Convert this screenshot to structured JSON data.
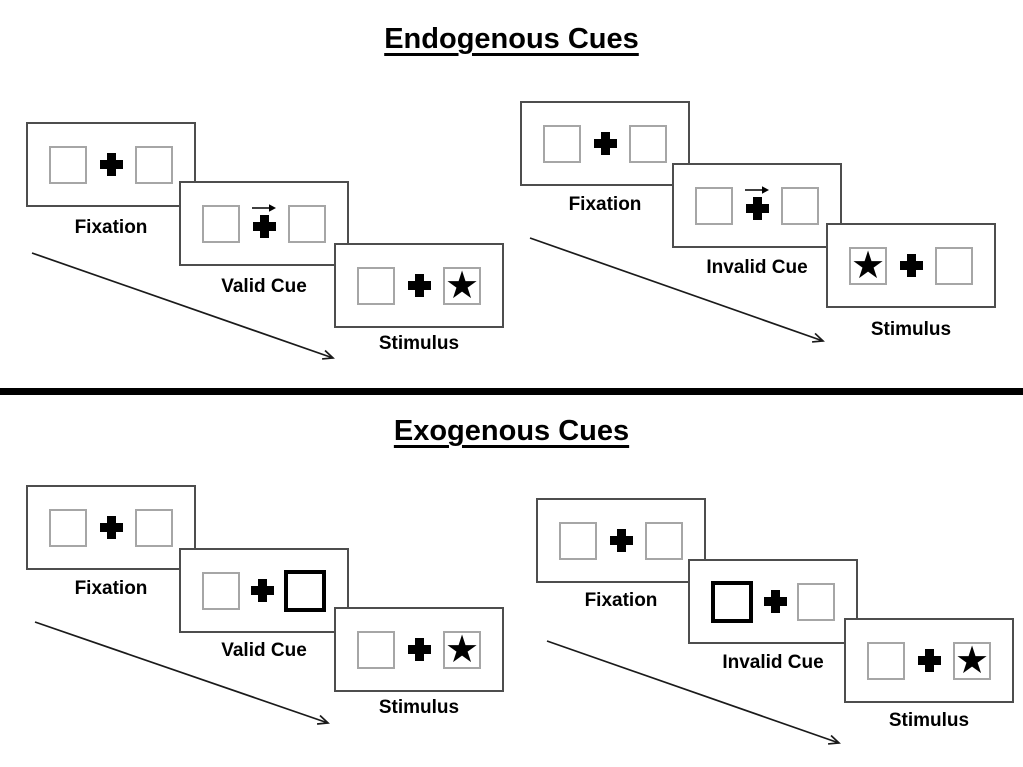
{
  "diagram": {
    "sections": [
      {
        "id": "endogenous",
        "title": "Endogenous Cues",
        "sequences": [
          {
            "id": "valid",
            "panels": [
              {
                "label": "Fixation"
              },
              {
                "label": "Valid Cue"
              },
              {
                "label": "Stimulus"
              }
            ]
          },
          {
            "id": "invalid",
            "panels": [
              {
                "label": "Fixation"
              },
              {
                "label": "Invalid Cue"
              },
              {
                "label": "Stimulus"
              }
            ]
          }
        ]
      },
      {
        "id": "exogenous",
        "title": "Exogenous Cues",
        "sequences": [
          {
            "id": "valid",
            "panels": [
              {
                "label": "Fixation"
              },
              {
                "label": "Valid Cue"
              },
              {
                "label": "Stimulus"
              }
            ]
          },
          {
            "id": "invalid",
            "panels": [
              {
                "label": "Fixation"
              },
              {
                "label": "Invalid Cue"
              },
              {
                "label": "Stimulus"
              }
            ]
          }
        ]
      }
    ],
    "glyphs": {
      "star": "★"
    },
    "colors": {
      "background": "#ffffff",
      "panel_border": "#4d4d4d",
      "placeholder_box_border": "#a6a6a6",
      "cue_highlight_border": "#000000",
      "divider": "#000000",
      "text": "#000000"
    }
  }
}
